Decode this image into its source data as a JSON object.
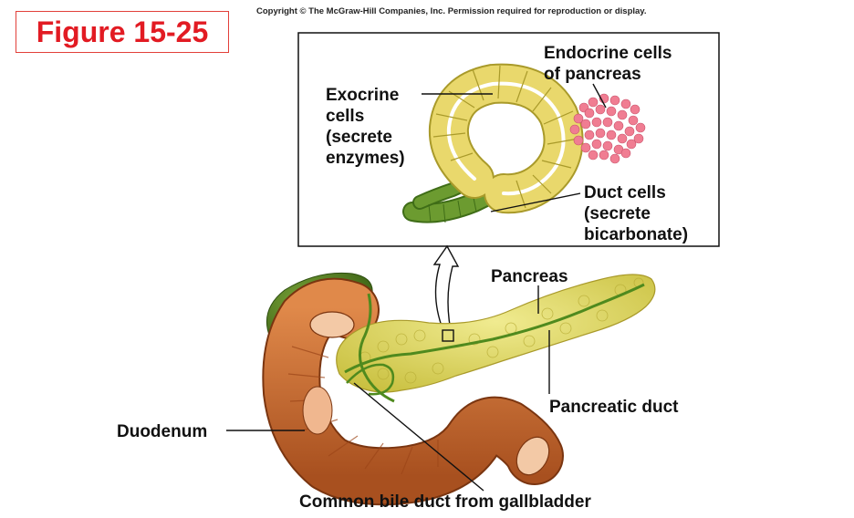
{
  "figure": {
    "label": "Figure 15-25",
    "copyright": "Copyright © The McGraw-Hill Companies, Inc. Permission required for reproduction or display."
  },
  "inset": {
    "exocrine": [
      "Exocrine",
      "cells",
      "(secrete",
      "enzymes)"
    ],
    "endocrine": [
      "Endocrine cells",
      "of pancreas"
    ],
    "duct": [
      "Duct cells",
      "(secrete",
      "bicarbonate)"
    ]
  },
  "labels": {
    "pancreas": "Pancreas",
    "pancreatic_duct": "Pancreatic duct",
    "duodenum": "Duodenum",
    "common_bile_duct": "Common bile duct from gallbladder"
  },
  "colors": {
    "exocrine": "#e6d468",
    "duct": "#5a8a2a",
    "endocrine": "#f07d92",
    "pancreas": "#dcd35a",
    "duodenum": "#c4652e",
    "gallbladder": "#4f7d1e",
    "figure_label": "#e21b23"
  }
}
